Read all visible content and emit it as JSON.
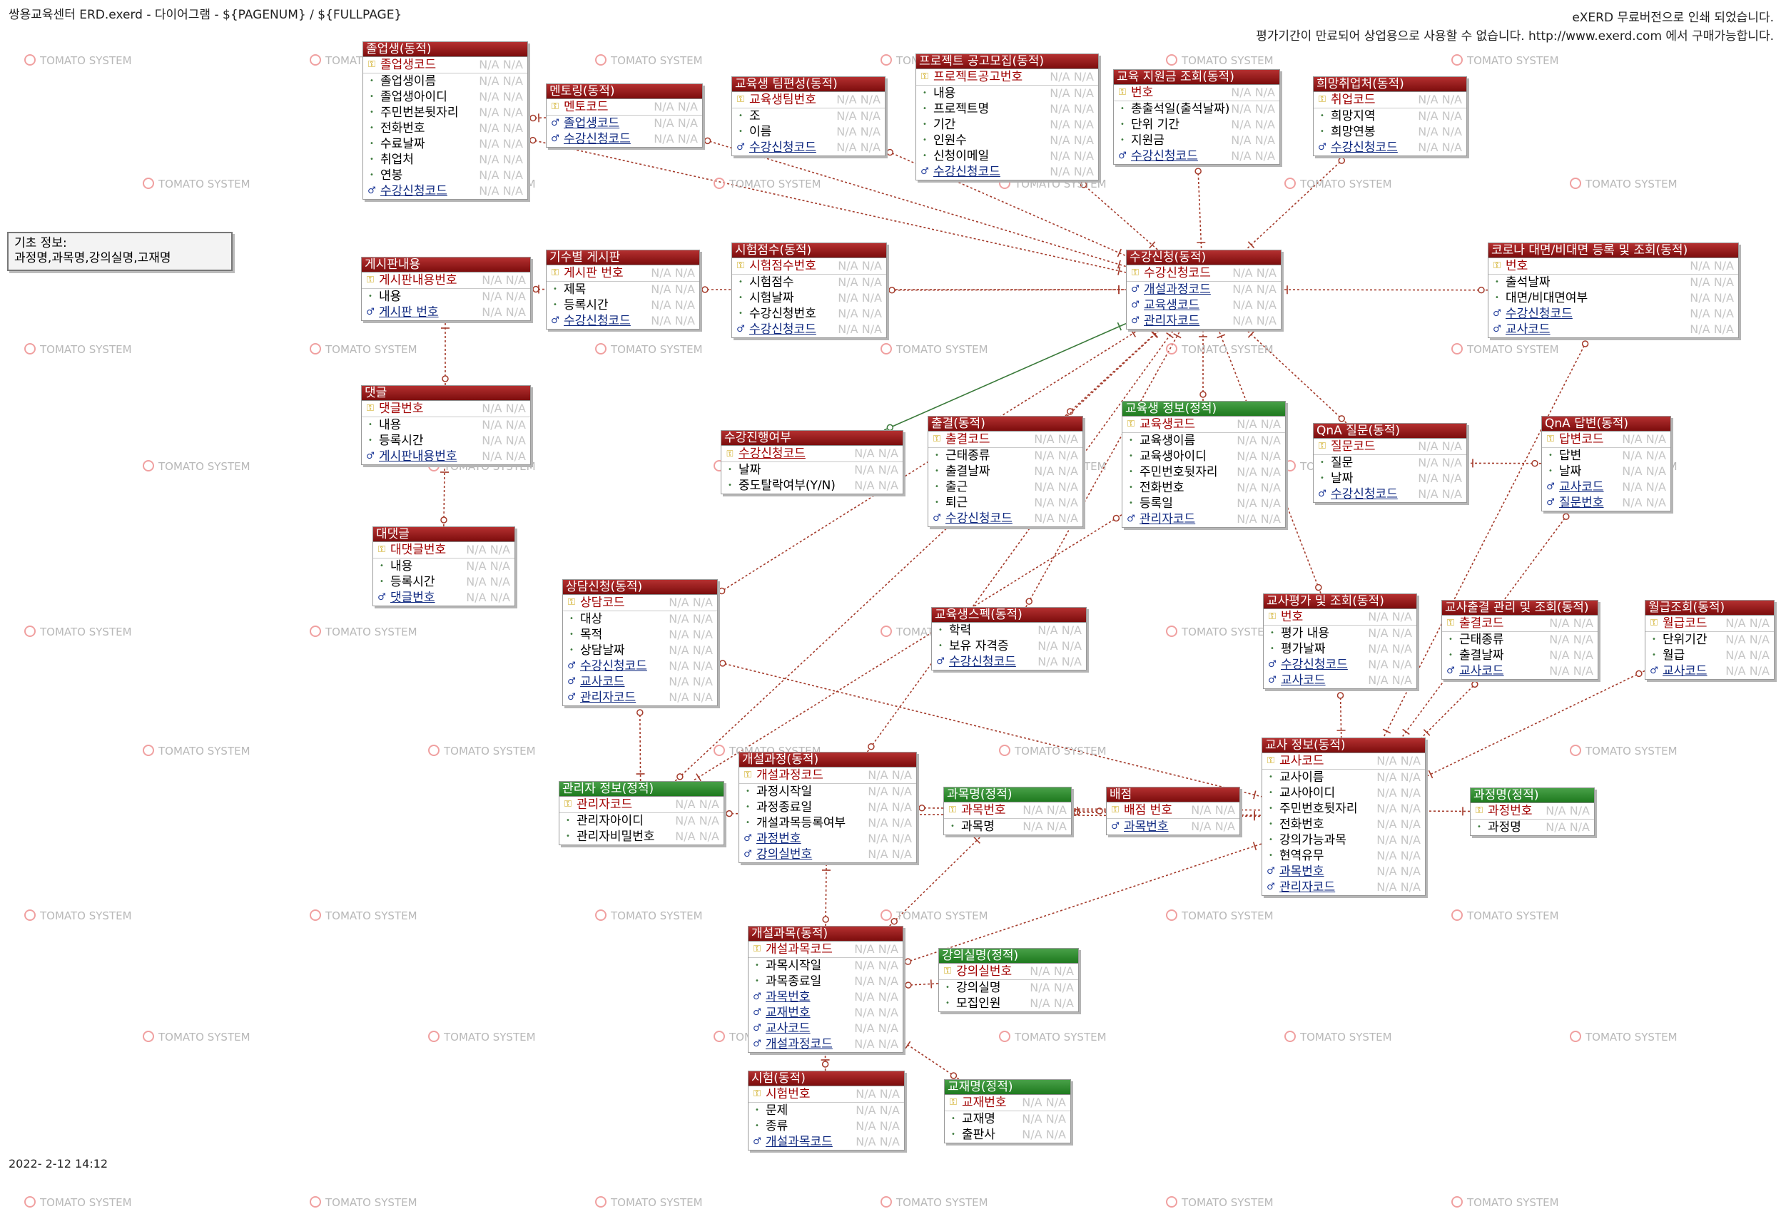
{
  "header": {
    "title": "쌍용교육센터 ERD.exerd  - 다이어그램  - ${PAGENUM} / ${FULLPAGE}",
    "notice_line1": "eXERD 무료버전으로 인쇄 되었습니다.",
    "notice_line2": "평가기간이 만료되어 상업용으로 사용할 수 없습니다. http://www.exerd.com 에서 구매가능합니다."
  },
  "note": {
    "line1": "기초 정보:",
    "line2": "과정명,과목명,강의실명,고재명"
  },
  "footer": {
    "date": "2022- 2-12 14:12"
  },
  "watermark": "TOMATO SYSTEM",
  "placeholder": "N/A N/A",
  "colors": {
    "dynamic_header": "#8b1414",
    "static_header": "#2e8b2e",
    "relationship_line": "#a43a2a",
    "identifying_line": "#3a7a3a",
    "pk_text": "#a00000",
    "fk_text": "#102a80"
  },
  "entities": [
    {
      "id": "graduate",
      "title": "졸업생(동적)",
      "kind": "dynamic",
      "pk": [
        {
          "n": "졸업생코드",
          "t": "pk"
        }
      ],
      "cols": [
        {
          "n": "졸업생이름",
          "t": "at"
        },
        {
          "n": "졸업생아이디",
          "t": "at"
        },
        {
          "n": "주민번본뒷자리",
          "t": "at"
        },
        {
          "n": "전화번호",
          "t": "at"
        },
        {
          "n": "수료날짜",
          "t": "at"
        },
        {
          "n": "취업처",
          "t": "at"
        },
        {
          "n": "연봉",
          "t": "at"
        },
        {
          "n": "수강신청코드",
          "t": "fk"
        }
      ]
    },
    {
      "id": "mentoring",
      "title": "멘토링(동적)",
      "kind": "dynamic",
      "pk": [
        {
          "n": "멘토코드",
          "t": "pk"
        }
      ],
      "cols": [
        {
          "n": "졸업생코드",
          "t": "fk"
        },
        {
          "n": "수강신청코드",
          "t": "fk"
        }
      ]
    },
    {
      "id": "team",
      "title": "교육생 팀편성(동적)",
      "kind": "dynamic",
      "pk": [
        {
          "n": "교육생팀번호",
          "t": "pk"
        }
      ],
      "cols": [
        {
          "n": "조",
          "t": "at"
        },
        {
          "n": "이름",
          "t": "at"
        },
        {
          "n": "수강신청코드",
          "t": "fk"
        }
      ]
    },
    {
      "id": "project",
      "title": "프로젝트 공고모집(동적)",
      "kind": "dynamic",
      "pk": [
        {
          "n": "프로젝트공고번호",
          "t": "pk"
        }
      ],
      "cols": [
        {
          "n": "내용",
          "t": "at"
        },
        {
          "n": "프로젝트명",
          "t": "at"
        },
        {
          "n": "기간",
          "t": "at"
        },
        {
          "n": "인원수",
          "t": "at"
        },
        {
          "n": "신청이메일",
          "t": "at"
        },
        {
          "n": "수강신청코드",
          "t": "fk"
        }
      ]
    },
    {
      "id": "subsidy",
      "title": "교육 지원금 조회(동적)",
      "kind": "dynamic",
      "pk": [
        {
          "n": "번호",
          "t": "pk"
        }
      ],
      "cols": [
        {
          "n": "총출석일(출석날짜)",
          "t": "at"
        },
        {
          "n": "단위 기간",
          "t": "at"
        },
        {
          "n": "지원금",
          "t": "at"
        },
        {
          "n": "수강신청코드",
          "t": "fk"
        }
      ]
    },
    {
      "id": "hope",
      "title": "희망취업처(동적)",
      "kind": "dynamic",
      "pk": [
        {
          "n": "취업코드",
          "t": "pk"
        }
      ],
      "cols": [
        {
          "n": "희망지역",
          "t": "at"
        },
        {
          "n": "희망연봉",
          "t": "at"
        },
        {
          "n": "수강신청코드",
          "t": "fk"
        }
      ]
    },
    {
      "id": "board",
      "title": "게시판내용",
      "kind": "dynamic",
      "pk": [
        {
          "n": "게시판내용번호",
          "t": "pk"
        }
      ],
      "cols": [
        {
          "n": "내용",
          "t": "at"
        },
        {
          "n": "게시판 번호",
          "t": "fk"
        }
      ]
    },
    {
      "id": "classboard",
      "title": "기수별 게시판",
      "kind": "dynamic",
      "pk": [
        {
          "n": "게시판 번호",
          "t": "pk"
        }
      ],
      "cols": [
        {
          "n": "제목",
          "t": "at"
        },
        {
          "n": "등록시간",
          "t": "at"
        },
        {
          "n": "수강신청코드",
          "t": "fk"
        }
      ]
    },
    {
      "id": "examscore",
      "title": "시험점수(동적)",
      "kind": "dynamic",
      "pk": [
        {
          "n": "시험점수번호",
          "t": "pk"
        }
      ],
      "cols": [
        {
          "n": "시험점수",
          "t": "at"
        },
        {
          "n": "시험날짜",
          "t": "at"
        },
        {
          "n": "수강신청번호",
          "t": "at"
        },
        {
          "n": "수강신청코드",
          "t": "fk"
        }
      ]
    },
    {
      "id": "enroll",
      "title": "수강신청(동적)",
      "kind": "dynamic",
      "pk": [
        {
          "n": "수강신청코드",
          "t": "pk"
        }
      ],
      "cols": [
        {
          "n": "개설과정코드",
          "t": "fk"
        },
        {
          "n": "교육생코드",
          "t": "fk"
        },
        {
          "n": "관리자코드",
          "t": "fk"
        }
      ]
    },
    {
      "id": "corona",
      "title": "코로나 대면/비대면 등록 및 조회(동적)",
      "kind": "dynamic",
      "pk": [
        {
          "n": "번호",
          "t": "pk"
        }
      ],
      "cols": [
        {
          "n": "출석날짜",
          "t": "at"
        },
        {
          "n": "대면/비대면여부",
          "t": "at"
        },
        {
          "n": "수강신청코드",
          "t": "fk"
        },
        {
          "n": "교사코드",
          "t": "fk"
        }
      ]
    },
    {
      "id": "comment",
      "title": "댓글",
      "kind": "dynamic",
      "pk": [
        {
          "n": "댓글번호",
          "t": "pk"
        }
      ],
      "cols": [
        {
          "n": "내용",
          "t": "at"
        },
        {
          "n": "등록시간",
          "t": "at"
        },
        {
          "n": "게시판내용번호",
          "t": "fk"
        }
      ]
    },
    {
      "id": "progress",
      "title": "수강진행여부",
      "kind": "dynamic",
      "pk": [
        {
          "n": "수강신청코드",
          "t": "pf"
        }
      ],
      "cols": [
        {
          "n": "날짜",
          "t": "at"
        },
        {
          "n": "중도탈락여부(Y/N)",
          "t": "at"
        }
      ]
    },
    {
      "id": "attend",
      "title": "출결(동적)",
      "kind": "dynamic",
      "pk": [
        {
          "n": "출결코드",
          "t": "pk"
        }
      ],
      "cols": [
        {
          "n": "근태종류",
          "t": "at"
        },
        {
          "n": "출결날짜",
          "t": "at"
        },
        {
          "n": "출근",
          "t": "at"
        },
        {
          "n": "퇴근",
          "t": "at"
        },
        {
          "n": "수강신청코드",
          "t": "fk"
        }
      ]
    },
    {
      "id": "student",
      "title": "교육생 정보(정적)",
      "kind": "static",
      "pk": [
        {
          "n": "교육생코드",
          "t": "pk"
        }
      ],
      "cols": [
        {
          "n": "교육생이름",
          "t": "at"
        },
        {
          "n": "교육생아이디",
          "t": "at"
        },
        {
          "n": "주민번호뒷자리",
          "t": "at"
        },
        {
          "n": "전화번호",
          "t": "at"
        },
        {
          "n": "등록일",
          "t": "at"
        },
        {
          "n": "관리자코드",
          "t": "fk"
        }
      ]
    },
    {
      "id": "qna_q",
      "title": "QnA 질문(동적)",
      "kind": "dynamic",
      "pk": [
        {
          "n": "질문코드",
          "t": "pk"
        }
      ],
      "cols": [
        {
          "n": "질문",
          "t": "at"
        },
        {
          "n": "날짜",
          "t": "at"
        },
        {
          "n": "수강신청코드",
          "t": "fk"
        }
      ]
    },
    {
      "id": "qna_a",
      "title": "QnA 답변(동적)",
      "kind": "dynamic",
      "pk": [
        {
          "n": "답변코드",
          "t": "pk"
        }
      ],
      "cols": [
        {
          "n": "답변",
          "t": "at"
        },
        {
          "n": "날짜",
          "t": "at"
        },
        {
          "n": "교사코드",
          "t": "fk"
        },
        {
          "n": "질문번호",
          "t": "fk"
        }
      ]
    },
    {
      "id": "reply",
      "title": "대댓글",
      "kind": "dynamic",
      "pk": [
        {
          "n": "대댓글번호",
          "t": "pk"
        }
      ],
      "cols": [
        {
          "n": "내용",
          "t": "at"
        },
        {
          "n": "등록시간",
          "t": "at"
        },
        {
          "n": "댓글번호",
          "t": "fk"
        }
      ]
    },
    {
      "id": "consult",
      "title": "상담신청(동적)",
      "kind": "dynamic",
      "pk": [
        {
          "n": "상담코드",
          "t": "pk"
        }
      ],
      "cols": [
        {
          "n": "대상",
          "t": "at"
        },
        {
          "n": "목적",
          "t": "at"
        },
        {
          "n": "상담날짜",
          "t": "at"
        },
        {
          "n": "수강신청코드",
          "t": "fk"
        },
        {
          "n": "교사코드",
          "t": "fk"
        },
        {
          "n": "관리자코드",
          "t": "fk"
        }
      ]
    },
    {
      "id": "spec",
      "title": "교육생스펙(동적)",
      "kind": "dynamic",
      "pk": [],
      "cols": [
        {
          "n": "학력",
          "t": "at"
        },
        {
          "n": "보유 자격증",
          "t": "at"
        },
        {
          "n": "수강신청코드",
          "t": "fk"
        }
      ]
    },
    {
      "id": "teacher_eval",
      "title": "교사평가 및 조회(동적)",
      "kind": "dynamic",
      "pk": [
        {
          "n": "번호",
          "t": "pk"
        }
      ],
      "cols": [
        {
          "n": "평가 내용",
          "t": "at"
        },
        {
          "n": "평가날짜",
          "t": "at"
        },
        {
          "n": "수강신청코드",
          "t": "fk"
        },
        {
          "n": "교사코드",
          "t": "fk"
        }
      ]
    },
    {
      "id": "teacher_att",
      "title": "교사출결 관리 및 조회(동적)",
      "kind": "dynamic",
      "pk": [
        {
          "n": "출결코드",
          "t": "pk"
        }
      ],
      "cols": [
        {
          "n": "근태종류",
          "t": "at"
        },
        {
          "n": "출결날짜",
          "t": "at"
        },
        {
          "n": "교사코드",
          "t": "fk"
        }
      ]
    },
    {
      "id": "salary",
      "title": "월급조회(동적)",
      "kind": "dynamic",
      "pk": [
        {
          "n": "월급코드",
          "t": "pk"
        }
      ],
      "cols": [
        {
          "n": "단위기간",
          "t": "at"
        },
        {
          "n": "월급",
          "t": "at"
        },
        {
          "n": "교사코드",
          "t": "fk"
        }
      ]
    },
    {
      "id": "admin",
      "title": "관리자 정보(정적)",
      "kind": "static",
      "pk": [
        {
          "n": "관리자코드",
          "t": "pk"
        }
      ],
      "cols": [
        {
          "n": "관리자아이디",
          "t": "at"
        },
        {
          "n": "관리자비밀번호",
          "t": "at"
        }
      ]
    },
    {
      "id": "opencourse",
      "title": "개설과정(동적)",
      "kind": "dynamic",
      "pk": [
        {
          "n": "개설과정코드",
          "t": "pk"
        }
      ],
      "cols": [
        {
          "n": "과정시작일",
          "t": "at"
        },
        {
          "n": "과정종료일",
          "t": "at"
        },
        {
          "n": "개설과목등록여부",
          "t": "at"
        },
        {
          "n": "과정번호",
          "t": "fk"
        },
        {
          "n": "강의실번호",
          "t": "fk"
        }
      ]
    },
    {
      "id": "subject",
      "title": "과목명(정적)",
      "kind": "static",
      "pk": [
        {
          "n": "과목번호",
          "t": "pk"
        }
      ],
      "cols": [
        {
          "n": "과목명",
          "t": "at"
        }
      ]
    },
    {
      "id": "assign",
      "title": "배점",
      "kind": "dynamic",
      "pk": [
        {
          "n": "배점 번호",
          "t": "pk"
        }
      ],
      "cols": [
        {
          "n": "과목번호",
          "t": "fk"
        }
      ]
    },
    {
      "id": "teacher",
      "title": "교사 정보(동적)",
      "kind": "dynamic",
      "pk": [
        {
          "n": "교사코드",
          "t": "pk"
        }
      ],
      "cols": [
        {
          "n": "교사이름",
          "t": "at"
        },
        {
          "n": "교사아이디",
          "t": "at"
        },
        {
          "n": "주민번호뒷자리",
          "t": "at"
        },
        {
          "n": "전화번호",
          "t": "at"
        },
        {
          "n": "강의가능과목",
          "t": "at"
        },
        {
          "n": "현역유무",
          "t": "at"
        },
        {
          "n": "과목번호",
          "t": "fk"
        },
        {
          "n": "관리자코드",
          "t": "fk"
        }
      ]
    },
    {
      "id": "coursename",
      "title": "과정명(정적)",
      "kind": "static",
      "pk": [
        {
          "n": "과정번호",
          "t": "pk"
        }
      ],
      "cols": [
        {
          "n": "과정명",
          "t": "at"
        }
      ]
    },
    {
      "id": "opensubject",
      "title": "개설과목(동적)",
      "kind": "dynamic",
      "pk": [
        {
          "n": "개설과목코드",
          "t": "pk"
        }
      ],
      "cols": [
        {
          "n": "과목시작일",
          "t": "at"
        },
        {
          "n": "과목종료일",
          "t": "at"
        },
        {
          "n": "과목번호",
          "t": "fk"
        },
        {
          "n": "교재번호",
          "t": "fk"
        },
        {
          "n": "교사코드",
          "t": "fk"
        },
        {
          "n": "개설과정코드",
          "t": "fk"
        }
      ]
    },
    {
      "id": "classroom",
      "title": "강의실명(정적)",
      "kind": "static",
      "pk": [
        {
          "n": "강의실번호",
          "t": "pk"
        }
      ],
      "cols": [
        {
          "n": "강의실명",
          "t": "at"
        },
        {
          "n": "모집인원",
          "t": "at"
        }
      ]
    },
    {
      "id": "exam",
      "title": "시험(동적)",
      "kind": "dynamic",
      "pk": [
        {
          "n": "시험번호",
          "t": "pk"
        }
      ],
      "cols": [
        {
          "n": "문제",
          "t": "at"
        },
        {
          "n": "종류",
          "t": "at"
        },
        {
          "n": "개설과목코드",
          "t": "fk"
        }
      ]
    },
    {
      "id": "textbook",
      "title": "교재명(정적)",
      "kind": "static",
      "pk": [
        {
          "n": "교재번호",
          "t": "pk"
        }
      ],
      "cols": [
        {
          "n": "교재명",
          "t": "at"
        },
        {
          "n": "출판사",
          "t": "at"
        }
      ]
    }
  ],
  "relationships": [
    [
      "graduate",
      "mentoring"
    ],
    [
      "graduate",
      "enroll"
    ],
    [
      "mentoring",
      "enroll"
    ],
    [
      "team",
      "enroll"
    ],
    [
      "project",
      "enroll"
    ],
    [
      "subsidy",
      "enroll"
    ],
    [
      "hope",
      "enroll"
    ],
    [
      "classboard",
      "enroll"
    ],
    [
      "examscore",
      "enroll"
    ],
    [
      "progress",
      "enroll"
    ],
    [
      "attend",
      "enroll"
    ],
    [
      "student",
      "enroll"
    ],
    [
      "corona",
      "enroll"
    ],
    [
      "qna_q",
      "enroll"
    ],
    [
      "consult",
      "enroll"
    ],
    [
      "spec",
      "enroll"
    ],
    [
      "teacher_eval",
      "enroll"
    ],
    [
      "admin",
      "enroll"
    ],
    [
      "opencourse",
      "enroll"
    ],
    [
      "board",
      "classboard"
    ],
    [
      "comment",
      "board"
    ],
    [
      "reply",
      "comment"
    ],
    [
      "qna_a",
      "qna_q"
    ],
    [
      "corona",
      "teacher"
    ],
    [
      "qna_a",
      "teacher"
    ],
    [
      "teacher_eval",
      "teacher"
    ],
    [
      "teacher_att",
      "teacher"
    ],
    [
      "salary",
      "teacher"
    ],
    [
      "consult",
      "teacher"
    ],
    [
      "consult",
      "admin"
    ],
    [
      "admin",
      "teacher"
    ],
    [
      "student",
      "admin"
    ],
    [
      "subject",
      "teacher"
    ],
    [
      "assign",
      "subject"
    ],
    [
      "opencourse",
      "coursename"
    ],
    [
      "opensubject",
      "opencourse"
    ],
    [
      "opensubject",
      "subject"
    ],
    [
      "opensubject",
      "teacher"
    ],
    [
      "opensubject",
      "classroom"
    ],
    [
      "exam",
      "opensubject"
    ],
    [
      "textbook",
      "opensubject"
    ]
  ]
}
